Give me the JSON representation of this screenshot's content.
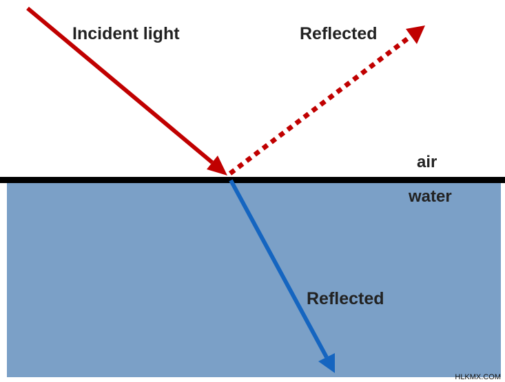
{
  "labels": {
    "incident": "Incident light",
    "reflected_top": "Reflected",
    "air": "air",
    "water": "water",
    "refracted": "Reflected"
  },
  "watermark": "HLKMX.COM",
  "colors": {
    "water": "#7ba0c7",
    "surface_line": "#000000",
    "incident_ray": "#c00000",
    "reflected_ray": "#c00000",
    "refracted_ray": "#1565c0",
    "text": "#222222"
  }
}
